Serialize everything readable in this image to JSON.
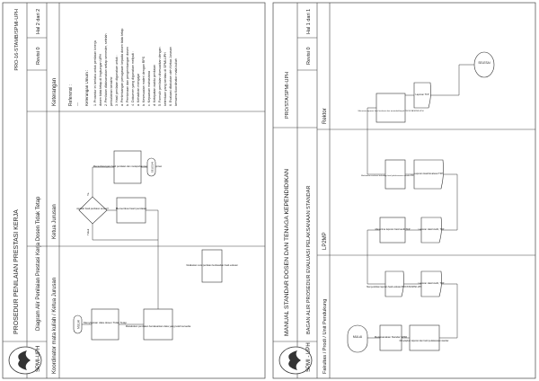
{
  "left_page": {
    "header": {
      "doc_title": "PROSEDUR PENILAIAN PRESTASI KERJA",
      "doc_code": "PRO-16-STAMB/SPMI-UPH",
      "unit": "SPMI-UPH",
      "subtitle": "Diagram Alir Penilaian Prestasi Kerja Dosen Tidak Tetap",
      "revision": "Revisi 0",
      "page_no": "Hal 2 dari 2"
    },
    "columns": {
      "actor1": "Koordinator mata kuliah / Ketua Jurusan",
      "actor2": "Ketua Jurusan",
      "notes": "Keterangan"
    },
    "nodes": {
      "start": "MULAI",
      "n1": "Menyiapkan data dosen Tidak Tetap",
      "n2": "Melakukan penilaian berdasarkan data yang telah tersedia",
      "n3": "Memeriksa hasil penilaian",
      "decision": "Apakah hasil penilaian sesuai?",
      "yes": "Ya",
      "no": "Tidak",
      "n4": "Menandatangani hasil penilaian dan melaporkan kepada pimpinan",
      "n5": "Melakukan revisi penilaian berdasarkan hasil evaluasi",
      "end": "SELESAI"
    },
    "notes": {
      "ref_title": "Referensi :",
      "ref_item": "—",
      "ket_title": "Keterangan Umum :",
      "items": [
        "1. Prosedur ini berlaku untuk penilaian kinerja",
        "    dosen tidak tetap di lingkungan UPH",
        "2. Penilaian dilaksanakan setiap semester, setelah",
        "    perkuliahan berakhir",
        "3. Hasil penilaian digunakan untuk :",
        "    a. Pertimbangan penugasan kepada dosen tidak tetap",
        "    b. Pembinaan dan pengembangan dosen",
        "4. Dokumen yang digunakan meliputi :",
        "    a. Kehadiran mengajar",
        "    b. Kesesuaian materi dengan RPS",
        "    c. Kepuasan mahasiswa",
        "    d. Ketepatan waktu penilaian",
        "5. Formulir penilaian disesuaikan dengan",
        "    ketentuan yang berlaku di SPMI-UPH",
        "6. Evaluasi dilakukan oleh Ketua Jurusan",
        "    bersama Koordinator mata kuliah"
      ]
    }
  },
  "right_page": {
    "header": {
      "doc_title": "MANUAL STANDAR DOSEN DAN TENAGA KEPENDIDIKAN",
      "doc_code": "PRO/STA/SPMI-UPH",
      "unit": "SPMI - UPH",
      "subtitle": "BAGAN ALIR PROSEDUR EVALUASI PELAKSANAAN STANDAR",
      "revision": "Revisi 0",
      "page_no": "Hal 1 dari 1"
    },
    "columns": {
      "actor1": "Fakultas / Prodi / Unit Pendukung",
      "actor2": "LP2MP",
      "actor3": "Rektor"
    },
    "nodes": {
      "start": "MULAI",
      "n1": "Melaksanakan Standar SPMI",
      "n2": "Menyiapkan laporan dan bukti pelaksanaan standar",
      "n3": "Menyerahkan laporan hasil evaluasi PRO/STA/SPMI-UPH",
      "n4": "Laporan Hasil Audit, TFP",
      "n5": "Menerima laporan hasil audit TFP",
      "n6": "Laporan Hasil Audit, TFP",
      "n7": "Melakukan evaluasi terhadap hasil pelaksanaan standar PRO/STA/SPMI-UPH",
      "n8": "Laporan Hasil Evaluasi TFP",
      "n9": "Menerima laporan hasil evaluasi dan menindaklanjuti PRO/STA/SPMI-UPH",
      "n10": "Laporan TFP",
      "end": "SELESAI"
    }
  }
}
